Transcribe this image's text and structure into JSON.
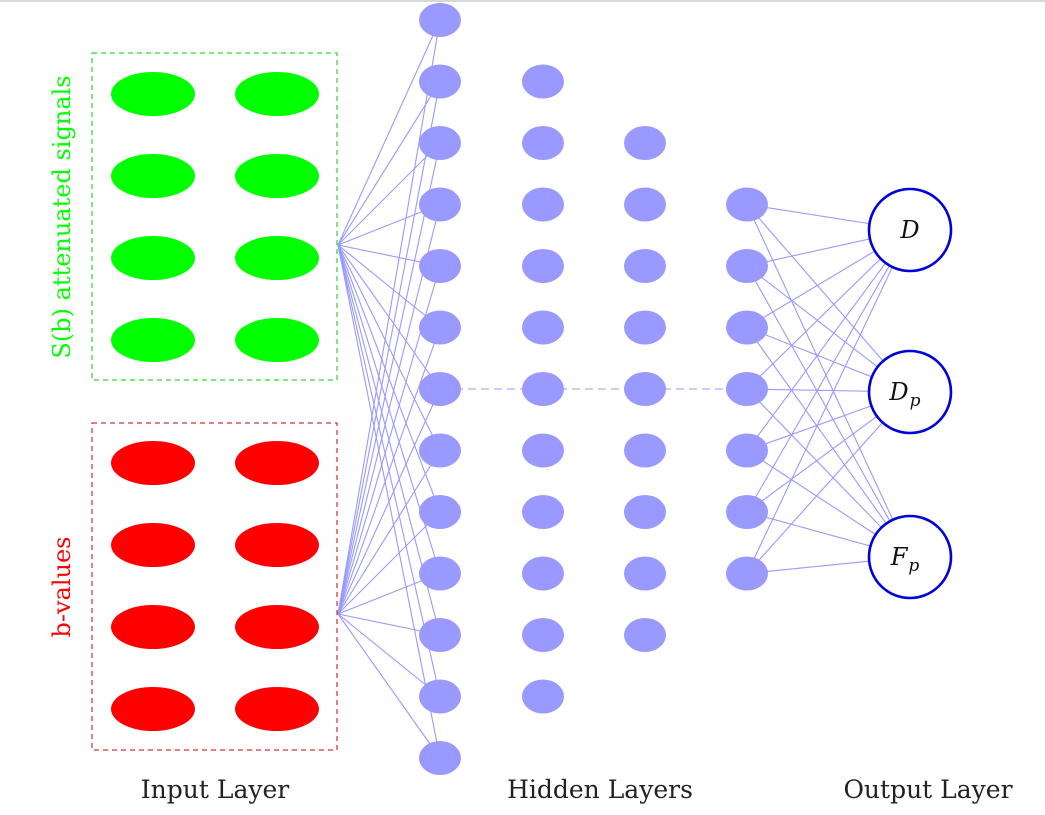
{
  "input_groups": {
    "signals": {
      "label": "S(b) attenuated signals",
      "color": "#00ff00"
    },
    "bvalues": {
      "label": "b-values",
      "color": "#ff0000"
    }
  },
  "hidden_node_color": "#9999ff",
  "edge_color": "#9999ff",
  "output_node_color": "#0000dd",
  "outputs": [
    {
      "symbol": "D",
      "subscript": ""
    },
    {
      "symbol": "D",
      "subscript": "p"
    },
    {
      "symbol": "F",
      "subscript": "p"
    }
  ],
  "hidden_layers": [
    {
      "nodes": 13
    },
    {
      "nodes": 11
    },
    {
      "nodes": 9
    },
    {
      "nodes": 7
    }
  ],
  "input_nodes_per_group": 8,
  "layer_labels": {
    "input": "Input Layer",
    "hidden": "Hidden Layers",
    "output": "Output Layer"
  }
}
